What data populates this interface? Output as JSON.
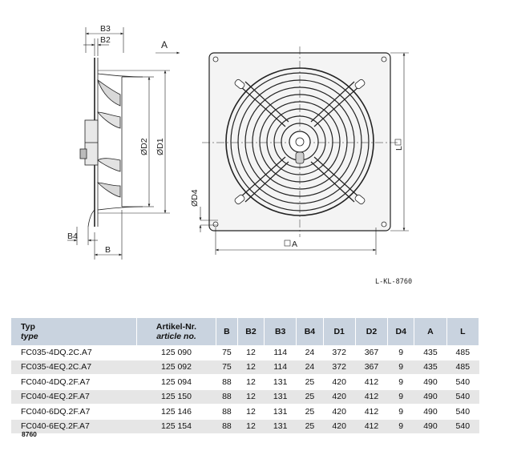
{
  "drawing": {
    "labels": {
      "b3": "B3",
      "b2": "B2",
      "view": "A",
      "d2": "ØD2",
      "d1": "ØD1",
      "d4": "ØD4",
      "b4": "B4",
      "b": "B",
      "a": "A",
      "l": "L"
    },
    "reference": "L-KL-8760"
  },
  "table": {
    "headers": {
      "type_de": "Typ",
      "type_en": "type",
      "article_de": "Artikel-Nr.",
      "article_en": "article no.",
      "cols": [
        "B",
        "B2",
        "B3",
        "B4",
        "D1",
        "D2",
        "D4",
        "A",
        "L"
      ]
    },
    "rows": [
      {
        "type": "FC035-4DQ.2C.A7",
        "article": "125 090",
        "values": [
          "75",
          "12",
          "114",
          "24",
          "372",
          "367",
          "9",
          "435",
          "485"
        ]
      },
      {
        "type": "FC035-4EQ.2C.A7",
        "article": "125 092",
        "values": [
          "75",
          "12",
          "114",
          "24",
          "372",
          "367",
          "9",
          "435",
          "485"
        ]
      },
      {
        "type": "FC040-4DQ.2F.A7",
        "article": "125 094",
        "values": [
          "88",
          "12",
          "131",
          "25",
          "420",
          "412",
          "9",
          "490",
          "540"
        ]
      },
      {
        "type": "FC040-4EQ.2F.A7",
        "article": "125 150",
        "values": [
          "88",
          "12",
          "131",
          "25",
          "420",
          "412",
          "9",
          "490",
          "540"
        ]
      },
      {
        "type": "FC040-6DQ.2F.A7",
        "article": "125 146",
        "values": [
          "88",
          "12",
          "131",
          "25",
          "420",
          "412",
          "9",
          "490",
          "540"
        ]
      },
      {
        "type": "FC040-6EQ.2F.A7",
        "article": "125 154",
        "values": [
          "88",
          "12",
          "131",
          "25",
          "420",
          "412",
          "9",
          "490",
          "540"
        ]
      }
    ]
  },
  "footer_ref": "8760",
  "colors": {
    "header_bg": "#c9d3df",
    "alt_row_bg": "#e6e6e6"
  }
}
